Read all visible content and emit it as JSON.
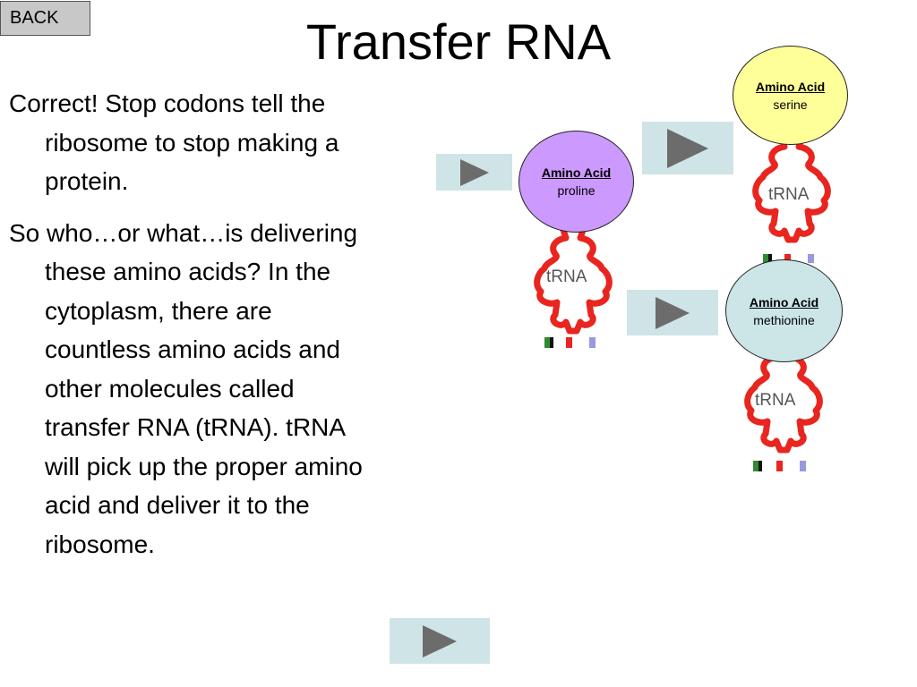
{
  "back_button": {
    "label": "BACK"
  },
  "title": "Transfer RNA",
  "paragraphs": [
    "Correct! Stop codons tell the ribosome to stop making a protein.",
    "So who…or what…is delivering these amino acids? In the cytoplasm, there are countless amino acids and other molecules called transfer RNA (tRNA). tRNA will pick up the proper amino acid and deliver it to the ribosome."
  ],
  "trna_label": "tRNA",
  "amino_acids": [
    {
      "label": "Amino Acid",
      "name": "proline",
      "color": "#cc99ff"
    },
    {
      "label": "Amino Acid",
      "name": "serine",
      "color": "#ffff99"
    },
    {
      "label": "Amino Acid",
      "name": "methionine",
      "color": "#cce6e8"
    }
  ],
  "colors": {
    "play_button_bg": "#cfe4e6",
    "play_triangle": "#6c6c6c",
    "trna_red": "#e8251f"
  },
  "icons": {
    "play": "play-triangle-icon",
    "trna": "trna-molecule-icon"
  }
}
